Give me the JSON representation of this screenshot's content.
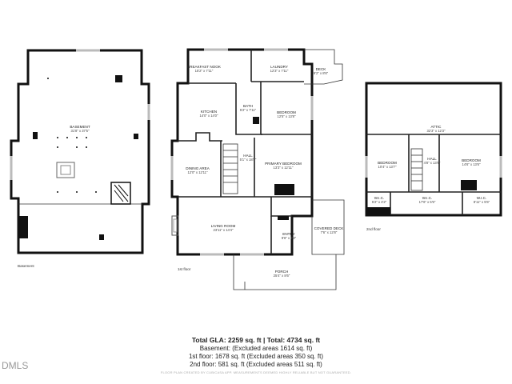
{
  "floors": {
    "basement": {
      "label": "Basement",
      "rooms": [
        {
          "id": "basement",
          "name": "BASEMENT",
          "dim": "31'8\" x 37'5\""
        }
      ]
    },
    "first": {
      "label": "1st floor",
      "rooms": [
        {
          "id": "breakfast-nook",
          "name": "BREAKFAST NOOK",
          "dim": "15'2\" x 7'11\""
        },
        {
          "id": "laundry",
          "name": "LAUNDRY",
          "dim": "12'3\" x 7'11\""
        },
        {
          "id": "deck",
          "name": "DECK",
          "dim": "9'2\" x 8'6\""
        },
        {
          "id": "kitchen",
          "name": "KITCHEN",
          "dim": "14'0\" x 14'0\""
        },
        {
          "id": "bath",
          "name": "BATH",
          "dim": "5'2\" x 7'11\""
        },
        {
          "id": "bedroom",
          "name": "BEDROOM",
          "dim": "12'5\" x 13'8\""
        },
        {
          "id": "hall",
          "name": "HALL",
          "dim": "5'1\" x 18'8\""
        },
        {
          "id": "primary-bedroom",
          "name": "PRIMARY BEDROOM",
          "dim": "13'3\" x 12'11\""
        },
        {
          "id": "dining-area",
          "name": "DINING AREA",
          "dim": "12'0\" x 12'11\""
        },
        {
          "id": "living-room",
          "name": "LIVING ROOM",
          "dim": "23'11\" x 14'4\""
        },
        {
          "id": "entry",
          "name": "ENTRY",
          "dim": "9'6\" x 9'3\""
        },
        {
          "id": "covered-deck",
          "name": "COVERED DECK",
          "dim": "7'6\" x 12'8\""
        },
        {
          "id": "porch",
          "name": "PORCH",
          "dim": "25'4\" x 8'6\""
        }
      ]
    },
    "second": {
      "label": "2nd floor",
      "rooms": [
        {
          "id": "attic",
          "name": "ATTIC",
          "dim": "32'3\" x 12'3\""
        },
        {
          "id": "bedroom-2a",
          "name": "BEDROOM",
          "dim": "10'4\" x 13'7\""
        },
        {
          "id": "hall-2",
          "name": "HALL",
          "dim": "4'8\" x 13'6\""
        },
        {
          "id": "bedroom-2b",
          "name": "BEDROOM",
          "dim": "14'6\" x 13'6\""
        },
        {
          "id": "wic-1",
          "name": "W.I.C.",
          "dim": "5'2\" x 4'2\""
        },
        {
          "id": "wic-2",
          "name": "W.I.C.",
          "dim": "17'6\" x 5'5\""
        },
        {
          "id": "wic-3",
          "name": "W.I.C.",
          "dim": "8'11\" x 5'5\""
        }
      ]
    }
  },
  "totals": {
    "main": "Total GLA: 2259 sq. ft  |  Total: 4734 sq. ft",
    "basement": "Basement: (Excluded areas 1614 sq. ft)",
    "first": "1st floor: 1678 sq. ft (Excluded areas 350 sq. ft)",
    "second": "2nd floor: 581 sq. ft (Excluded areas 511 sq. ft)"
  },
  "disclaimer": "FLOOR PLAN CREATED BY CUBICASA APP. MEASUREMENTS DEEMED HIGHLY RELIABLE BUT NOT GUARANTEED.",
  "watermark": "DMLS"
}
